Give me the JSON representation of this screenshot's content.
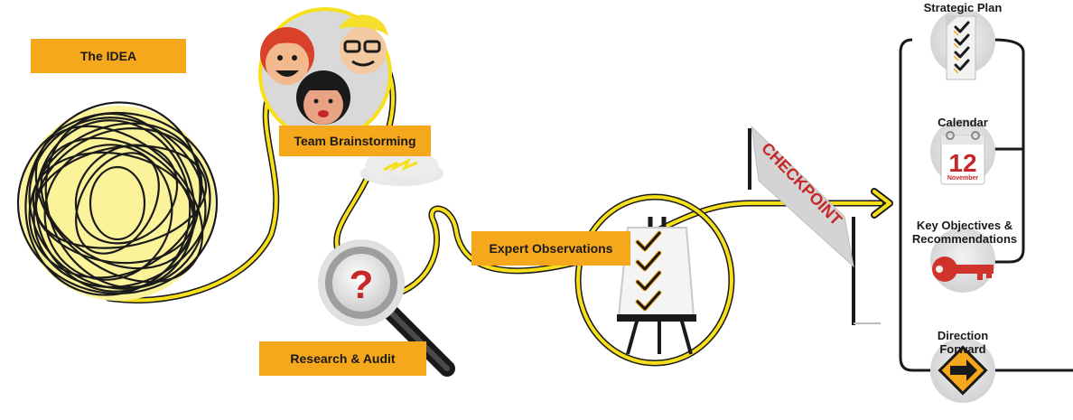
{
  "steps": {
    "idea": "The IDEA",
    "brainstorm": "Team Brainstorming",
    "research": "Research & Audit",
    "expert": "Expert Observations",
    "checkpoint": "CHECKPOINT"
  },
  "outcomes": {
    "strategic": "Strategic Plan",
    "calendar": "Calendar",
    "calendar_day": "12",
    "calendar_month": "November",
    "objectives_1": "Key Objectives &",
    "objectives_2": "Recommendations",
    "direction_1": "Direction",
    "direction_2": "Forward"
  },
  "icons": {
    "scribble": "scribble-ball-icon",
    "team": "team-faces-icon",
    "cloud": "lightning-cloud-icon",
    "magnifier": "magnifier-question-icon",
    "easel": "checklist-easel-icon",
    "banner": "checkpoint-banner-icon",
    "doc": "checklist-document-icon",
    "calendar": "calendar-icon",
    "key": "key-icon",
    "sign": "arrow-sign-icon"
  },
  "colors": {
    "accent": "#f6a81c",
    "path_yellow": "#f7e01a",
    "ink": "#1a1a1a",
    "red": "#c62828"
  }
}
